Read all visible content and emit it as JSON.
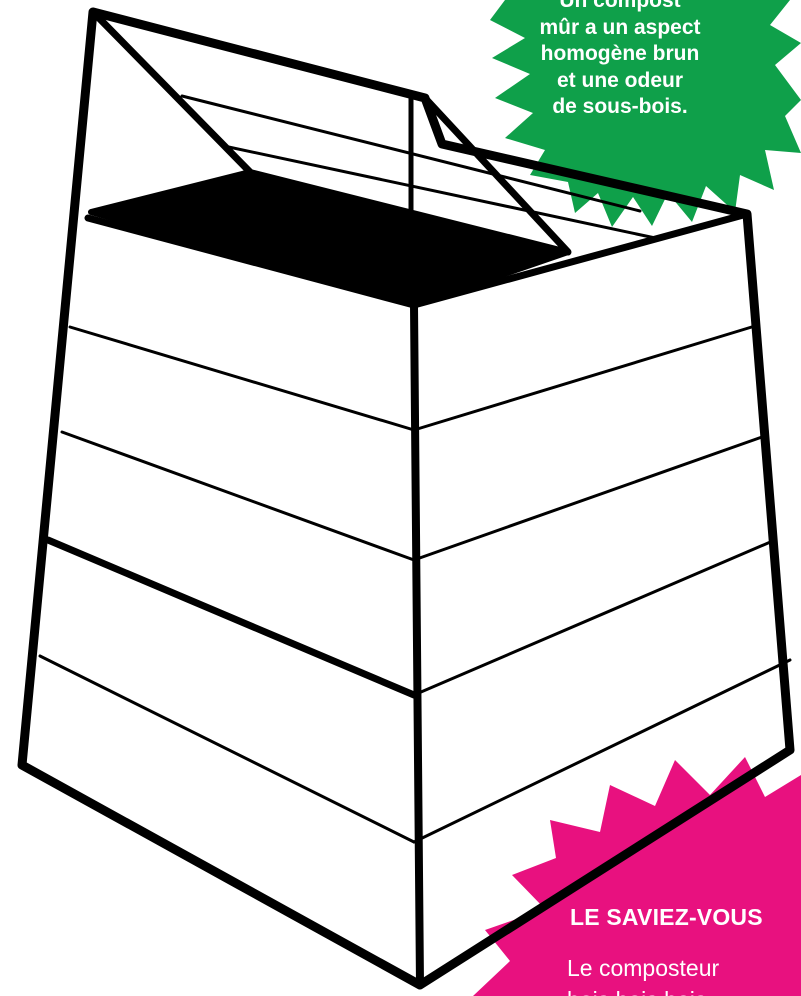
{
  "colors": {
    "outline": "#000000",
    "background": "#ffffff",
    "green_callout": "#0fa04a",
    "pink_callout": "#e8117f",
    "callout_text": "#ffffff"
  },
  "icons": {
    "bin": "composter-bin-illustration",
    "green_burst": "starburst-shape",
    "pink_burst": "starburst-shape"
  },
  "green_callout": {
    "line_1": "Un compost",
    "line_2": "mûr a un aspect",
    "line_3": "homogène brun",
    "line_4": "et une odeur",
    "line_5": "de sous-bois."
  },
  "pink_callout": {
    "title": "LE SAVIEZ-VOUS",
    "body_line_1": "Le composteur",
    "body_line_2": "bois bois bois"
  }
}
